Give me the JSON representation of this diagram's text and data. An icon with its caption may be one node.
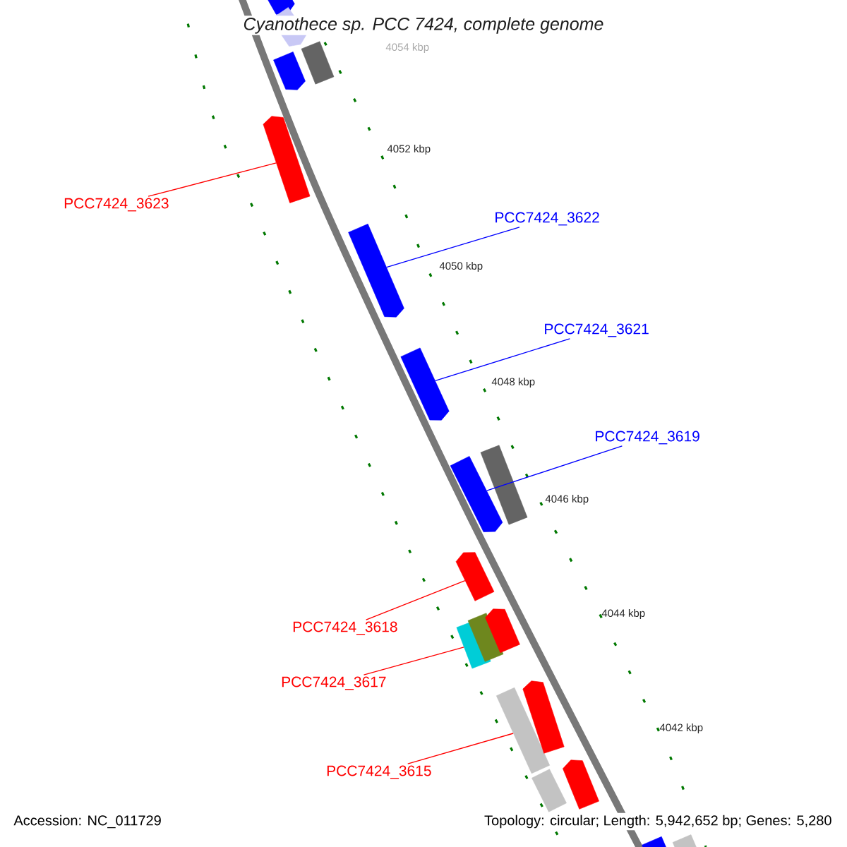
{
  "diagram": {
    "title": "Cyanothece sp. PCC 7424, complete genome",
    "nodes": [
      {
        "text": [
          "PCC7424_3623"
        ]
      },
      {
        "text": [
          "PCC7424_3622"
        ]
      },
      {
        "text": [
          "PCC7424_3621"
        ]
      },
      {
        "text": [
          "PCC7424_3619"
        ]
      },
      {
        "text": [
          "PCC7424_3618"
        ]
      },
      {
        "text": [
          "PCC7424_3617"
        ]
      },
      {
        "text": [
          "PCC7424_3615"
        ]
      },
      {
        "text": [],
        "shape": "arrow"
      },
      {
        "text": [],
        "shape": "arrow"
      },
      {
        "text": [],
        "shape": "arrow"
      },
      {
        "text": [],
        "shape": "bar"
      },
      {
        "text": [],
        "shape": "arrow"
      },
      {
        "text": [],
        "shape": "arrow"
      },
      {
        "text": [],
        "shape": "arrow"
      },
      {
        "text": [],
        "shape": "arrow"
      },
      {
        "text": [],
        "shape": "bar"
      },
      {
        "text": [],
        "shape": "arrow"
      },
      {
        "text": [],
        "shape": "bar"
      },
      {
        "text": [],
        "shape": "bar"
      },
      {
        "text": [],
        "shape": "arrow"
      },
      {
        "text": [],
        "shape": "bar"
      },
      {
        "text": [],
        "shape": "arrow"
      },
      {
        "text": [],
        "shape": "bar"
      },
      {
        "text": [],
        "shape": "arrow"
      },
      {
        "text": [],
        "shape": "arrow"
      },
      {
        "text": [],
        "shape": "bar"
      }
    ],
    "edges": [
      {
        "from": 0,
        "to": 11,
        "arrow": "none",
        "color": "#ff0000"
      },
      {
        "from": 1,
        "to": 12,
        "arrow": "none",
        "color": "#0000ff"
      },
      {
        "from": 2,
        "to": 13,
        "arrow": "none",
        "color": "#0000ff"
      },
      {
        "from": 3,
        "to": 14,
        "arrow": "none",
        "color": "#0000ff"
      },
      {
        "from": 4,
        "to": 16,
        "arrow": "none",
        "color": "#ff0000"
      },
      {
        "from": 5,
        "to": 17,
        "arrow": "none",
        "color": "#ff0000"
      },
      {
        "from": 6,
        "to": 20,
        "arrow": "none",
        "color": "#ff0000"
      }
    ],
    "labels": [
      "4054 kbp",
      "4052 kbp",
      "4050 kbp",
      "4048 kbp",
      "4046 kbp",
      "4044 kbp",
      "4042 kbp",
      "Accession: NC_011729",
      "Topology: circular; Length: 5,942,652 bp; Genes: 5,280"
    ]
  }
}
